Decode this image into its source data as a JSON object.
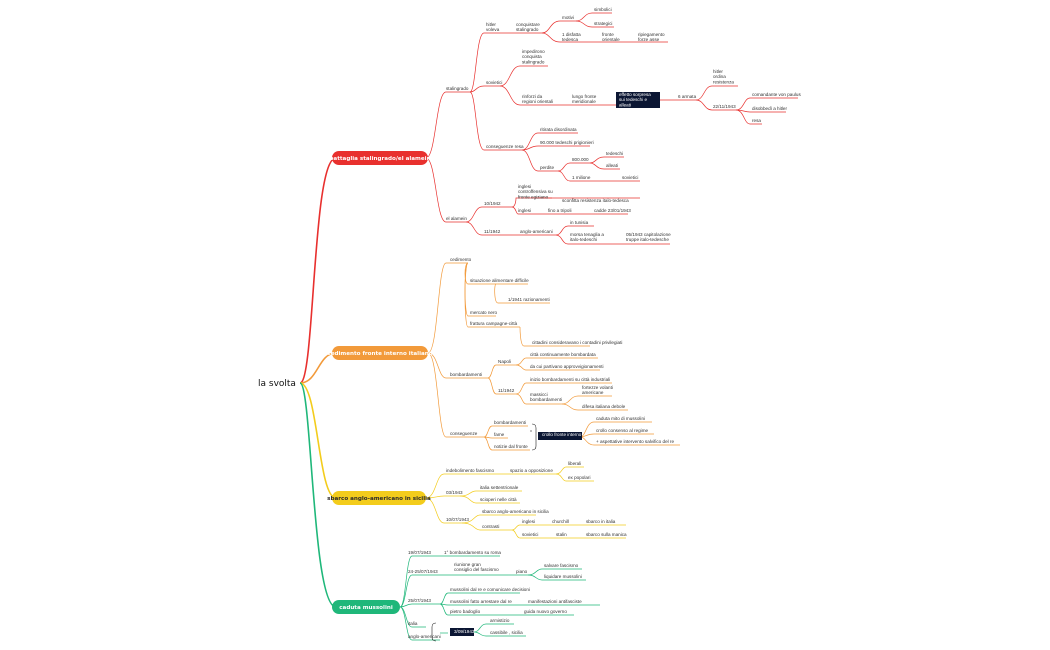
{
  "root": "la svolta",
  "colors": {
    "red": "#e8302e",
    "orange": "#f29a3a",
    "yellow": "#f3cc1c",
    "green": "#1fb77a",
    "dark": "#0b1633"
  },
  "branches": {
    "b1": {
      "label": "battaglia stalingrado/el alamein",
      "stalingrado": "stalingrado",
      "hitler": "hitler\nvoleva",
      "conquistare": "conquistare\nstalingrado",
      "motivi": "motivi",
      "simbolici": "simbolici",
      "strategici": "strategici",
      "disfatta": "1 disfatta\ntedesca",
      "fronte_orientale": "fronte\norientale",
      "ripiegamento": "ripiegamento\nforze asse",
      "sovietici": "sovietici",
      "impedirono": "impedirono\nconquista\nstalingrado",
      "rinforzi": "rinforzi da\nregioni orientali",
      "lungo_fronte": "lungo fronte\nmeridionale",
      "effetto": "effetto sorpresa\nsui tedeschi e\nalleati",
      "armata": "6 armata",
      "hitler_ordina": "hitler\nordina\nresistenza",
      "data_22": "22/11/1943",
      "comandante": "comandante von paulus",
      "disobbedi": "disobbedì a hitler",
      "resa": "resa",
      "conseguenze_resa": "conseguenze resa",
      "ritirata": "ritirata disordinata",
      "prigionieri": "90.000 tedeschi prigionieri",
      "perdite": "perdite",
      "n800": "800.000",
      "tedeschi": "tedeschi",
      "alleati": "alleati",
      "milione": "1 milione",
      "sovietici2": "sovietici",
      "el_alamein": "el alamein",
      "d_10_42": "10/1942",
      "inglesi_contro": "inglesi\ncontroffensiva su\nfronte egiziano",
      "sconfitta": "sconfitta resistenza italo-tedesca",
      "inglesi": "inglesi",
      "fino_tripoli": "fino a tripoli",
      "cadde": "cadde 23/01/1943",
      "d_11_42": "11/1942",
      "angloamericani": "anglo-americani",
      "tunisia": "in tunisia",
      "morsa": "morsa tenaglia a\nitalo-tedeschi",
      "capitolazione": "05/1943 capitolazione\ntruppe italo-tedesche"
    },
    "b2": {
      "label": "cedimento fronte interno italiano",
      "cedimento": "cedimento",
      "situazione": "situazione alimentare difficile",
      "razionamenti": "1/1941 razionamenti",
      "mercato": "mercato nero",
      "frattura": "frattura campagne-città",
      "cittadini": "cittadini consideravano i contadini privilegiati",
      "bombardamenti": "bombardamenti",
      "napoli": "Napoli",
      "citta_bomb": "città continuamente bombardata",
      "da_cui": "da cui partivano approvvigionamenti",
      "d_1942": "11/1942",
      "inizio": "inizio bombardamenti su città industriali",
      "massicci": "massicci\nbombardamenti",
      "fortezze": "fortezze volanti\namericane",
      "difesa": "difesa italiana debole",
      "conseguenze": "conseguenze",
      "c_bomb": "bombardamenti",
      "fame": "fame",
      "notizie": "notizie dal fronte",
      "crollo": "crollo fronte interno",
      "caduta_mito": "caduta mito di mussolini",
      "crollo_consenso": "crollo consenso al regime",
      "aspettative": "+ aspettative intervento salvifico del re"
    },
    "b3": {
      "label": "sbarco anglo-americano in sicilia",
      "indebolimento": "indebolimento fascismo",
      "spazio": "spazio a opposizione",
      "liberali": "liberali",
      "ex_popolari": "ex popolari",
      "d_3_43": "03/1943",
      "italia_sett": "italia settentrionale",
      "scioperi": "scioperi nelle città",
      "d_7_43": "10/07/1943",
      "sbarco": "sbarco anglo-americano in sicilia",
      "contrasti": "contrasti",
      "c_inglesi": "inglesi",
      "churchill": "churchill",
      "sbarco_italia": "sbarco in italia",
      "c_sovietici": "sovietici",
      "stalin": "stalin",
      "sbarco_manica": "sbarco sulla manica"
    },
    "b4": {
      "label": "caduta mussolini",
      "d_19": "19/07/1943",
      "primo_bomb": "1° bombardamento su roma",
      "d_24": "24-25/07/1943",
      "riunione": "riunione gran\nconsiglio del fascismo",
      "piano": "piano",
      "salvare": "salvare fascismo",
      "liquidare": "liquidare mussolini",
      "d_25": "25/07/1943",
      "convocato": "mussolini dal re e comunicare decisioni",
      "fatto_arrestare": "mussolini fatto arrestare dal re",
      "manifestazioni": "manifestazioni antifasciste",
      "badoglio": "pietro badoglio",
      "guida": "guida nuovo governo",
      "italia": "italia",
      "angloamericani": "anglo-americani",
      "d_settembre": "3/09/1943",
      "armistizio": "armistizio",
      "cassibile": "cassibile , sicilia"
    }
  }
}
